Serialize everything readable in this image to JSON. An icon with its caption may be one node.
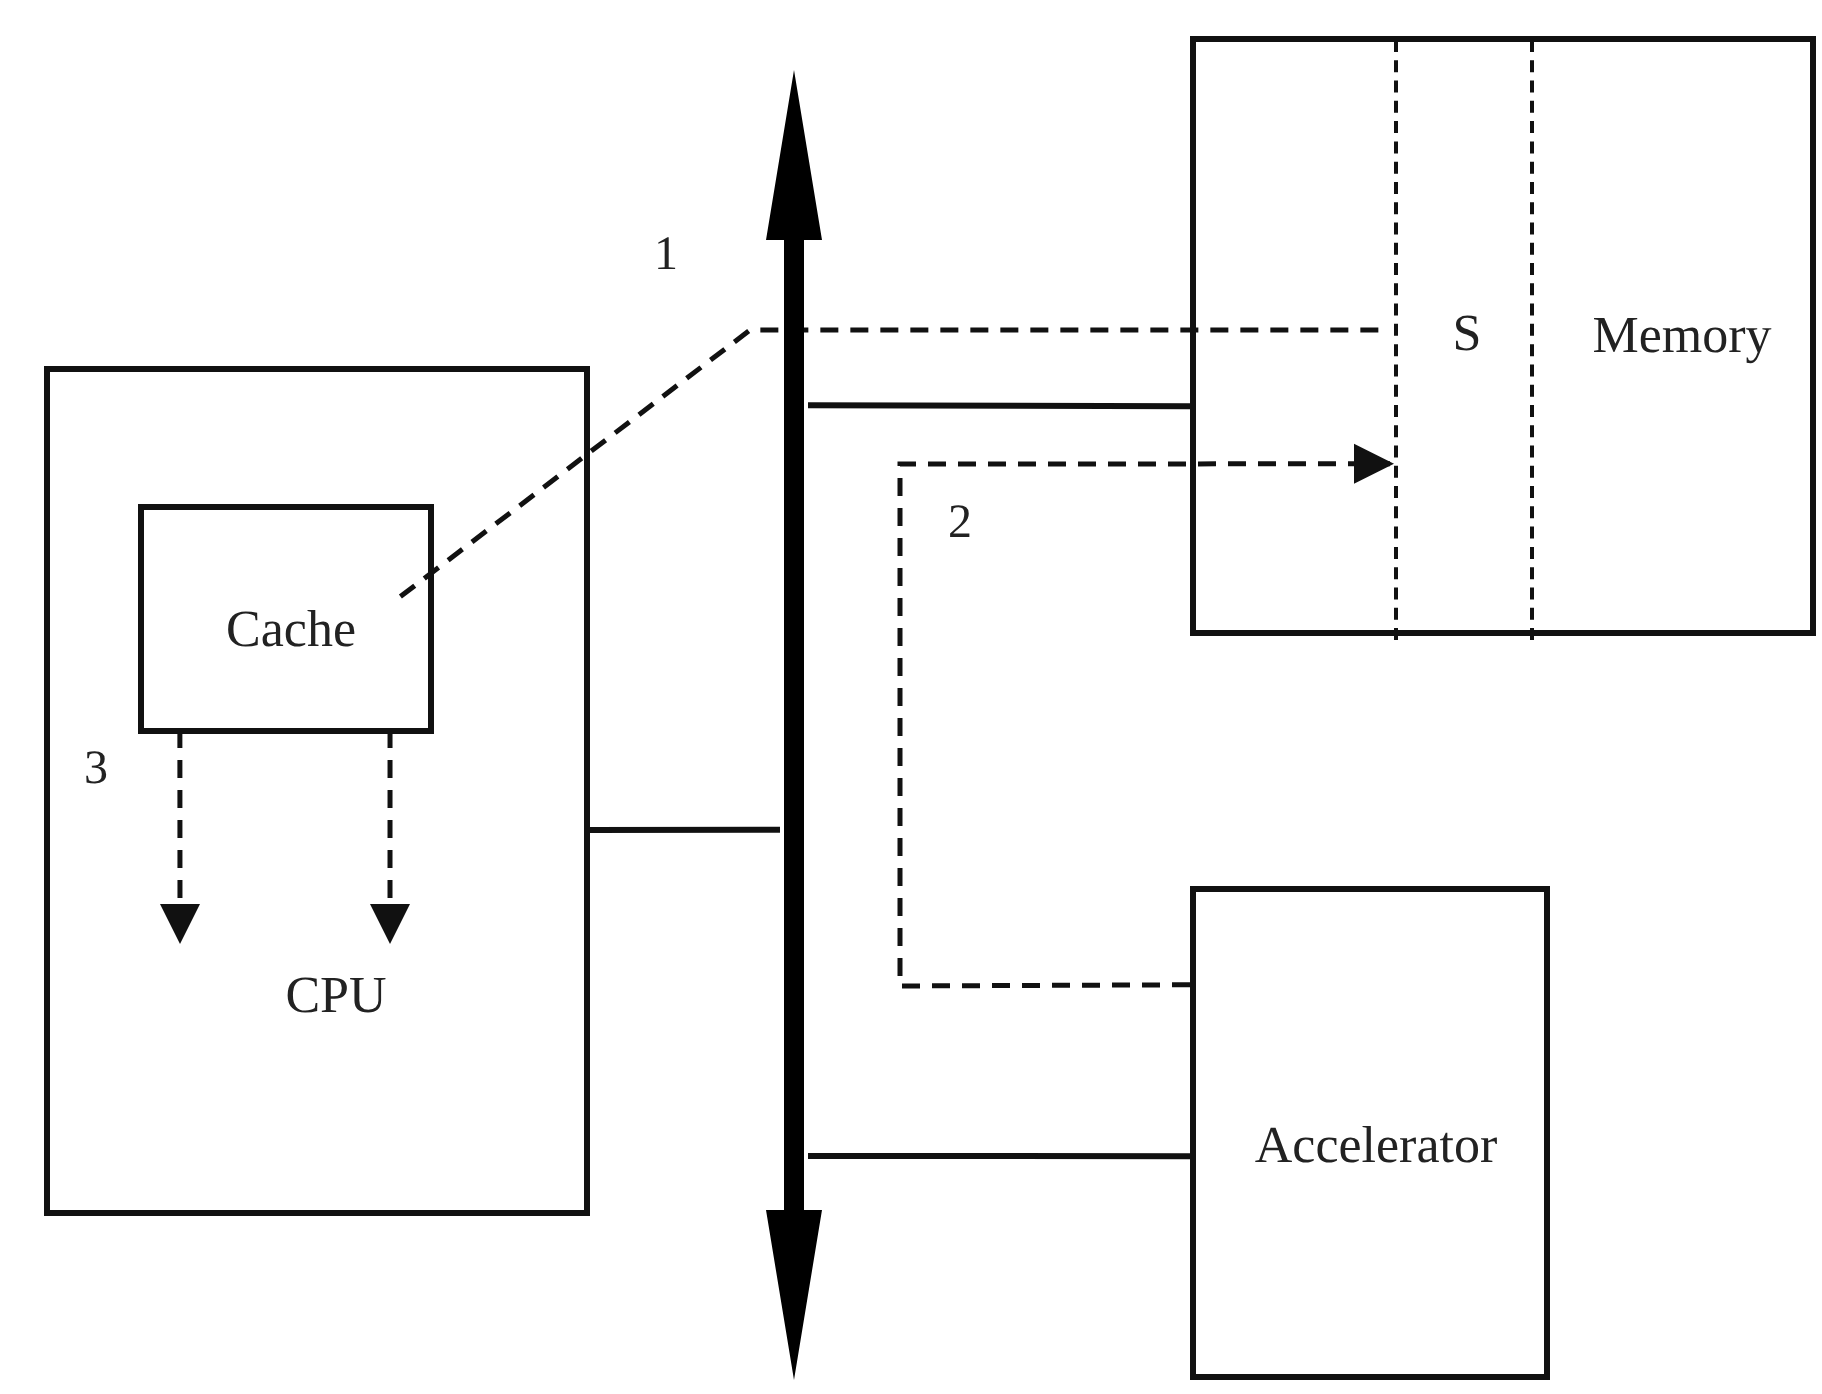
{
  "diagram": {
    "nodes": [
      {
        "text": [
          "CPU"
        ]
      },
      {
        "text": [
          "Cache"
        ],
        "in": 0
      },
      {
        "text": [],
        "shape": "bar"
      },
      {
        "text": [
          "Memory"
        ]
      },
      {
        "text": [
          "S"
        ],
        "in": 3
      },
      {
        "text": [
          "Accelerator"
        ]
      }
    ],
    "edges": [
      {
        "from": 0,
        "to": 2,
        "arrow": "none"
      },
      {
        "from": 2,
        "to": 3,
        "arrow": "none"
      },
      {
        "from": 2,
        "to": 5,
        "arrow": "none"
      },
      {
        "from": 1,
        "to": 4,
        "arrow": "none",
        "style": "dashed",
        "label": "1"
      },
      {
        "from": 5,
        "to": 4,
        "arrow": "to",
        "style": "dashed",
        "label": "2"
      },
      {
        "from": 1,
        "to": null,
        "arrow": "to",
        "style": "dashed",
        "label": "3"
      },
      {
        "from": 1,
        "to": null,
        "arrow": "to",
        "style": "dashed"
      }
    ]
  }
}
